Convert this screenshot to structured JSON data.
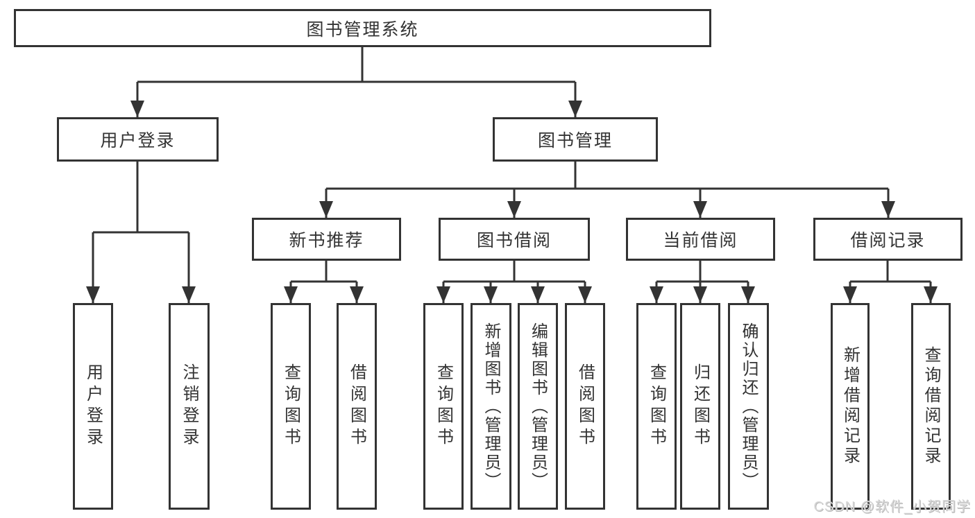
{
  "diagram": {
    "root": {
      "label": "图书管理系统",
      "children": [
        {
          "label": "用户登录",
          "children": [
            {
              "label": "用户登录"
            },
            {
              "label": "注销登录"
            }
          ]
        },
        {
          "label": "图书管理",
          "children": [
            {
              "label": "新书推荐",
              "children": [
                {
                  "label": "查询图书"
                },
                {
                  "label": "借阅图书"
                }
              ]
            },
            {
              "label": "图书借阅",
              "children": [
                {
                  "label": "查询图书"
                },
                {
                  "label": "新增图书（管理员）"
                },
                {
                  "label": "编辑图书（管理员）"
                },
                {
                  "label": "借阅图书"
                }
              ]
            },
            {
              "label": "当前借阅",
              "children": [
                {
                  "label": "查询图书"
                },
                {
                  "label": "归还图书"
                },
                {
                  "label": "确认归还（管理员）"
                }
              ]
            },
            {
              "label": "借阅记录",
              "children": [
                {
                  "label": "新增借阅记录"
                },
                {
                  "label": "查询借阅记录"
                }
              ]
            }
          ]
        }
      ]
    }
  },
  "watermark": {
    "text": "CSDN @软件_小贺同学"
  },
  "colors": {
    "line": "#333333",
    "text": "#333333",
    "background": "#ffffff",
    "watermark": "#d6d6d6"
  }
}
